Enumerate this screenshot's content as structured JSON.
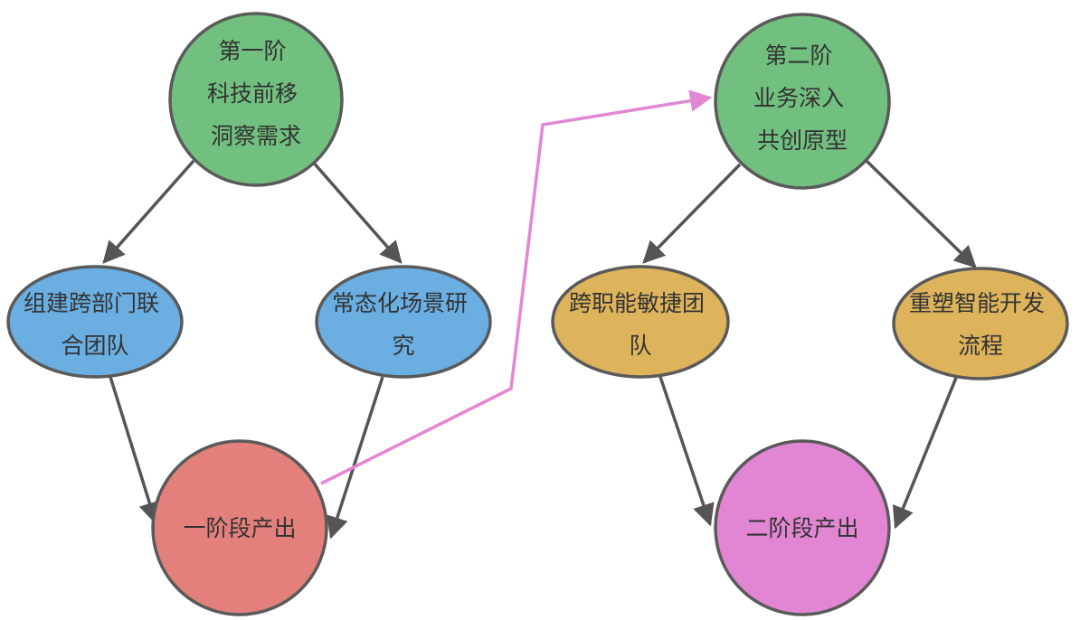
{
  "colors": {
    "green": "#72c07f",
    "blue": "#6aaee2",
    "yellow": "#ddb45c",
    "red": "#e4807c",
    "pink": "#e286d4",
    "outline": "#5a5a5a",
    "arrow": "#555555",
    "bridge_arrow": "#e187d4"
  },
  "nodes": {
    "phase1": {
      "lines": [
        "第一阶",
        "科技前移",
        "洞察需求"
      ]
    },
    "team1": {
      "lines": [
        "组建跨部门联",
        "合团队"
      ]
    },
    "scene": {
      "lines": [
        "常态化场景研",
        "究"
      ]
    },
    "output1": {
      "lines": [
        "一阶段产出"
      ]
    },
    "phase2": {
      "lines": [
        "第二阶",
        "业务深入",
        "共创原型"
      ]
    },
    "team2": {
      "lines": [
        "跨职能敏捷团",
        "队"
      ]
    },
    "flow": {
      "lines": [
        "重塑智能开发",
        "流程"
      ]
    },
    "output2": {
      "lines": [
        "二阶段产出"
      ]
    }
  }
}
